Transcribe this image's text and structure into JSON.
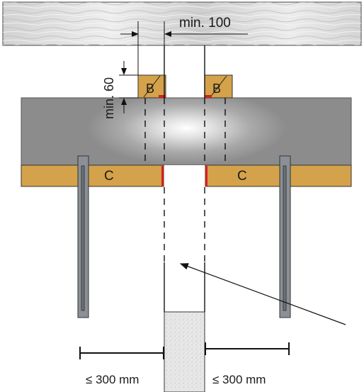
{
  "labels": {
    "top_dimension": "min. 100",
    "side_dimension": "min. 60",
    "block_left": "B",
    "block_right": "B",
    "plate_left": "C",
    "plate_right": "C",
    "dim_bottom_left": "≤ 300 mm",
    "dim_bottom_right": "≤ 300 mm"
  },
  "colors": {
    "ceiling": "#dcdcdc",
    "slab": "#8c8c8c",
    "timber": "#d4a24a",
    "fire_seal": "#d42020",
    "hanger": "#8a9096",
    "shaft": "#e6e6e6",
    "line": "#111111"
  }
}
